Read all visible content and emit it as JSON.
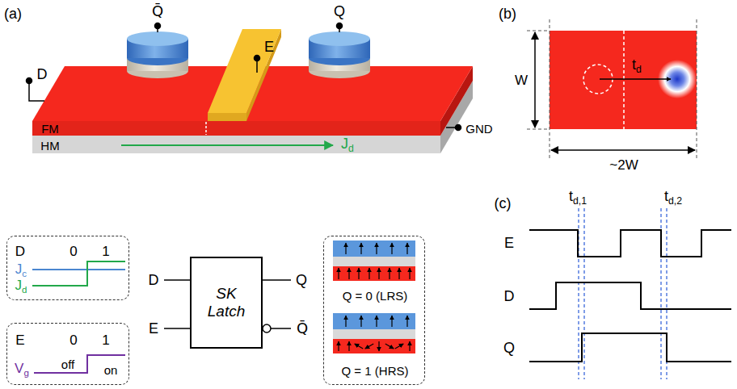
{
  "diagram": {
    "nodes": [
      {
        "text": [
          "D",
          "0",
          "1",
          "Jc",
          "Jd"
        ]
      },
      {
        "text": [
          "E",
          "0",
          "1",
          "Vg",
          "off",
          "on"
        ]
      },
      {
        "text": [
          "SK Latch"
        ]
      },
      {
        "text": [
          "Q = 0 (LRS)",
          "Q = 1 (HRS)"
        ]
      }
    ],
    "labels": [
      "(a)",
      "Q̄",
      "E",
      "Q",
      "D",
      "FM",
      "HM",
      "Jd",
      "GND",
      "D",
      "E",
      "Q",
      "Q̄",
      "(b)",
      "W",
      "td",
      "~2W",
      "(c)",
      "td,1",
      "td,2",
      "E",
      "D",
      "Q"
    ]
  }
}
